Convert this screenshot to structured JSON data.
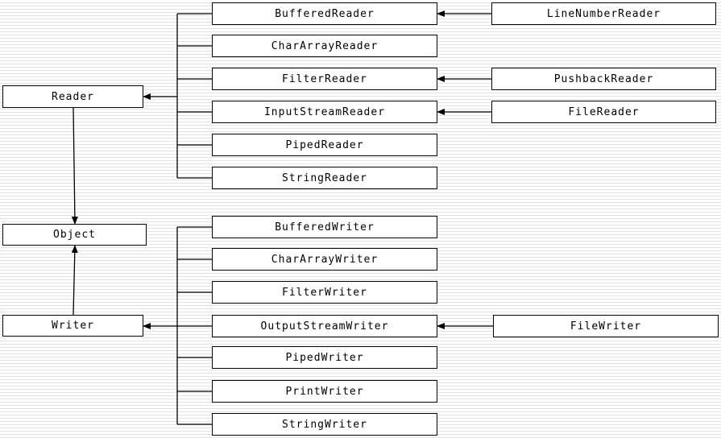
{
  "nodes": {
    "reader": "Reader",
    "object": "Object",
    "writer": "Writer",
    "buffered_reader": "BufferedReader",
    "char_array_reader": "CharArrayReader",
    "filter_reader": "FilterReader",
    "input_stream_reader": "InputStreamReader",
    "piped_reader": "PipedReader",
    "string_reader": "StringReader",
    "line_number_reader": "LineNumberReader",
    "pushback_reader": "PushbackReader",
    "file_reader": "FileReader",
    "buffered_writer": "BufferedWriter",
    "char_array_writer": "CharArrayWriter",
    "filter_writer": "FilterWriter",
    "output_stream_writer": "OutputStreamWriter",
    "piped_writer": "PipedWriter",
    "print_writer": "PrintWriter",
    "string_writer": "StringWriter",
    "file_writer": "FileWriter"
  },
  "edges": [
    {
      "from": "reader",
      "to": "object"
    },
    {
      "from": "writer",
      "to": "object"
    },
    {
      "from": "buffered_reader",
      "to": "reader"
    },
    {
      "from": "char_array_reader",
      "to": "reader"
    },
    {
      "from": "filter_reader",
      "to": "reader"
    },
    {
      "from": "input_stream_reader",
      "to": "reader"
    },
    {
      "from": "piped_reader",
      "to": "reader"
    },
    {
      "from": "string_reader",
      "to": "reader"
    },
    {
      "from": "line_number_reader",
      "to": "buffered_reader"
    },
    {
      "from": "pushback_reader",
      "to": "filter_reader"
    },
    {
      "from": "file_reader",
      "to": "input_stream_reader"
    },
    {
      "from": "buffered_writer",
      "to": "writer"
    },
    {
      "from": "char_array_writer",
      "to": "writer"
    },
    {
      "from": "filter_writer",
      "to": "writer"
    },
    {
      "from": "output_stream_writer",
      "to": "writer"
    },
    {
      "from": "piped_writer",
      "to": "writer"
    },
    {
      "from": "print_writer",
      "to": "writer"
    },
    {
      "from": "string_writer",
      "to": "writer"
    },
    {
      "from": "file_writer",
      "to": "output_stream_writer"
    }
  ],
  "colors": {
    "line": "#000000",
    "box_border": "#000000",
    "background_stripe": "#e4e4e4"
  }
}
